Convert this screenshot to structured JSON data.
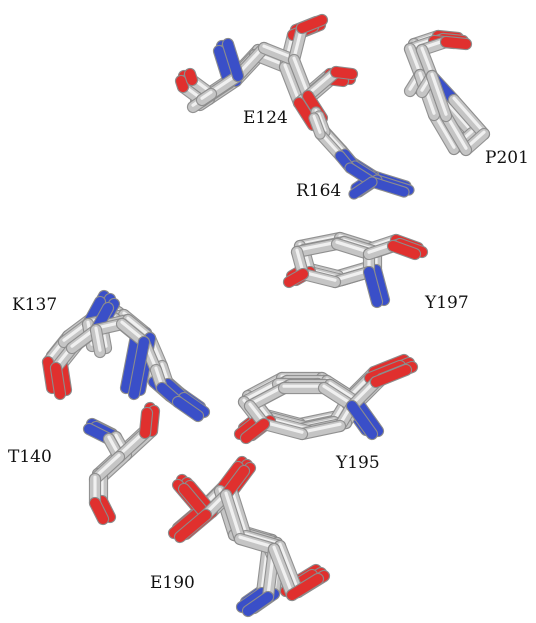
{
  "figure": {
    "residues": [
      {
        "id": "E124",
        "label": "E124"
      },
      {
        "id": "P201",
        "label": "P201"
      },
      {
        "id": "R164",
        "label": "R164"
      },
      {
        "id": "Y197",
        "label": "Y197"
      },
      {
        "id": "K137",
        "label": "K137"
      },
      {
        "id": "Y195",
        "label": "Y195"
      },
      {
        "id": "T140",
        "label": "T140"
      },
      {
        "id": "E190",
        "label": "E190"
      }
    ],
    "colors": {
      "carbon": "#c8c8c8",
      "carbon_light": "#f2f2f2",
      "carbon_dark": "#8c8c8c",
      "oxygen": "#e0302e",
      "nitrogen": "#3a4fc8",
      "label": "#111111"
    },
    "style": "stick model, superposed conformers"
  }
}
